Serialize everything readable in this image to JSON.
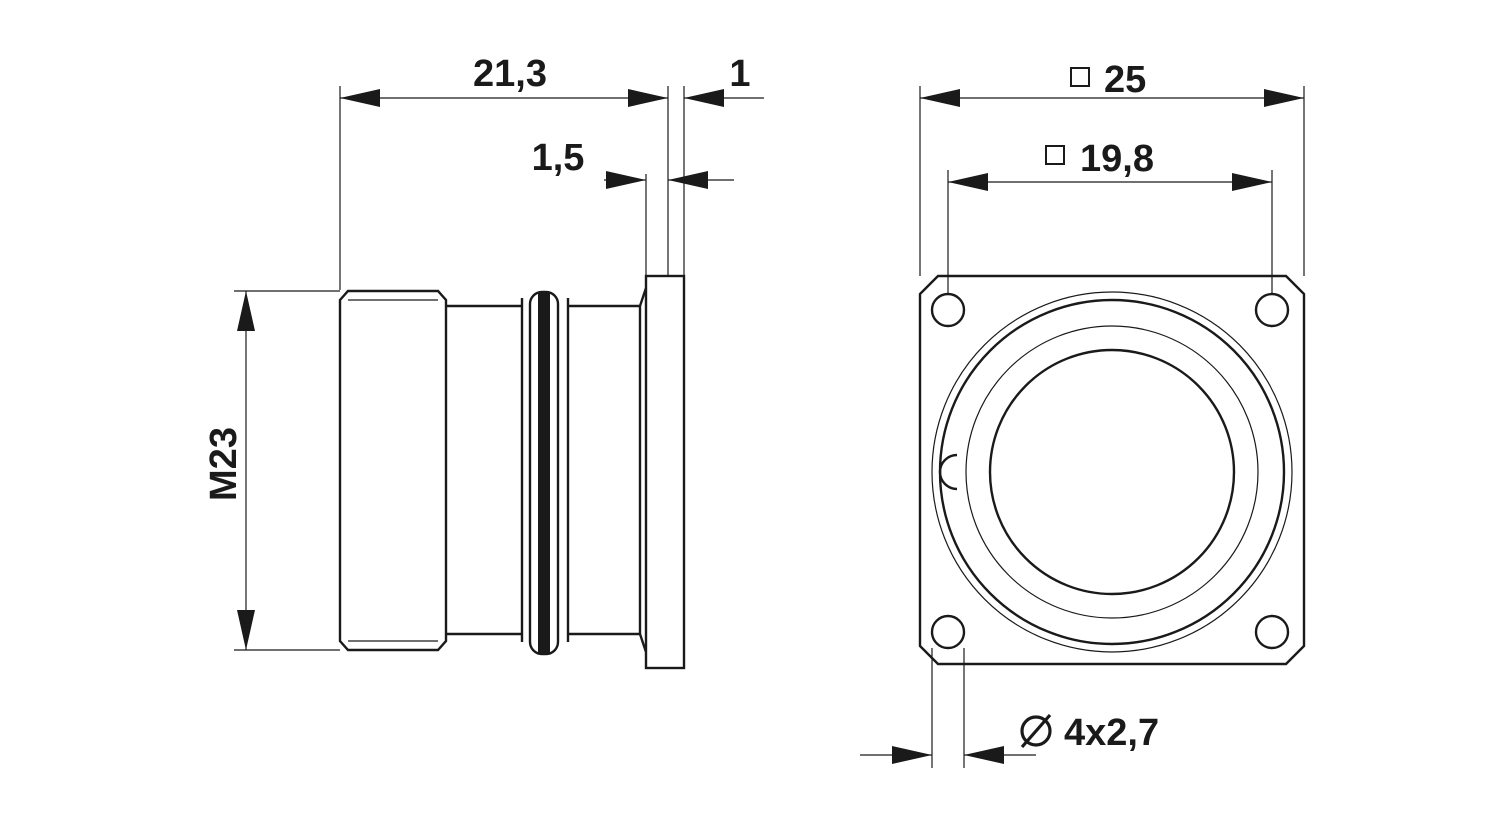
{
  "side_view": {
    "dim_length": "21,3",
    "dim_flange": "1",
    "dim_step": "1,5",
    "dim_thread": "M23"
  },
  "front_view": {
    "dim_outer_square": "25",
    "dim_hole_square": "19,8",
    "dim_holes": "4x2,7"
  },
  "colors": {
    "line": "#1a1a1a",
    "background": "#ffffff"
  }
}
